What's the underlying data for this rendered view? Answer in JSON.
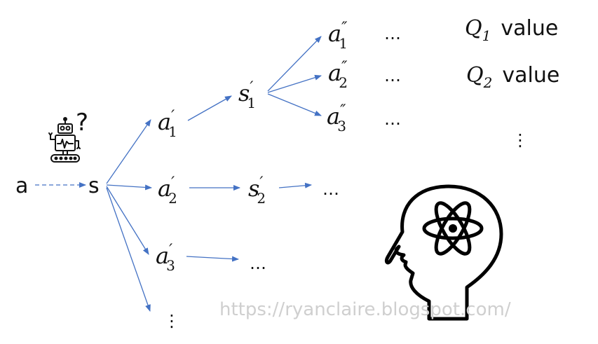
{
  "colors": {
    "arrow": "#4472c4",
    "text": "#111111",
    "watermark": "#cfcfcf"
  },
  "icons": {
    "agent": "robot-icon",
    "question": "question-mark-icon",
    "brain": "head-atom-icon"
  },
  "nodes": {
    "a": "a",
    "s": "s",
    "s1": {
      "base": "s",
      "prime": "′",
      "sub": "1"
    },
    "s2": {
      "base": "s",
      "prime": "′",
      "sub": "2"
    },
    "a1": {
      "base": "a",
      "prime": "′",
      "sub": "1"
    },
    "a2": {
      "base": "a",
      "prime": "′",
      "sub": "2"
    },
    "a3": {
      "base": "a",
      "prime": "′",
      "sub": "3"
    },
    "a1pp": {
      "base": "a",
      "prime": "″",
      "sub": "1"
    },
    "a2pp": {
      "base": "a",
      "prime": "″",
      "sub": "2"
    },
    "a3pp": {
      "base": "a",
      "prime": "″",
      "sub": "3"
    }
  },
  "ellipsis": "…",
  "vdots": "⋮",
  "q_values": {
    "q1": {
      "base": "Q",
      "sub": "1",
      "label": "value"
    },
    "q2": {
      "base": "Q",
      "sub": "2",
      "label": "value"
    }
  },
  "question_mark": "?",
  "watermark": "https://ryanclaire.blogspot.com/"
}
